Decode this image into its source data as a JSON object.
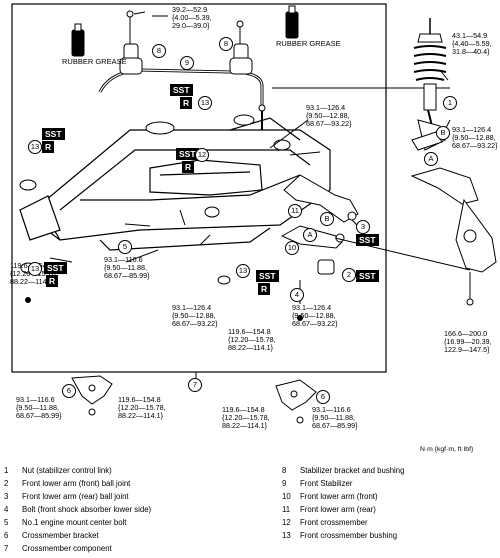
{
  "torque": {
    "t1": [
      "39.2—52.9",
      "{4.00—5.39,",
      "29.0—39.0}"
    ],
    "t2": [
      "43.1—54.9",
      "{4.40—5.59,",
      "31.8—40.4}"
    ],
    "t3": [
      "93.1—126.4",
      "{9.50—12.88,",
      "68.67—93.22}"
    ],
    "t4": [
      "93.1—126.4",
      "{9.50—12.88,",
      "68.67—93.22}"
    ],
    "t5": [
      "119.6—154.8",
      "{12.20—15.78,",
      "88.22—114.1}"
    ],
    "t6": [
      "93.1—116.6",
      "{9.50—11.88,",
      "68.67—85.99}"
    ],
    "t7": [
      "93.1—126.4",
      "{9.50—12.88,",
      "68.67—93.22}"
    ],
    "t8": [
      "93.1—126.4",
      "{9.50—12.88,",
      "68.67—93.22}"
    ],
    "t9": [
      "166.6—200.0",
      "{16.99—20.39,",
      "122.9—147.5}"
    ],
    "t10": [
      "119.6—154.8",
      "{12.20—15.78,",
      "88.22—114.1}"
    ],
    "t11": [
      "93.1—116.6",
      "{9.50—11.88,",
      "68.67—85.99}"
    ],
    "t12": [
      "119.6—154.8",
      "{12.20—15.78,",
      "88.22—114.1}"
    ],
    "t13": [
      "119.6—154.8",
      "{12.20—15.78,",
      "88.22—114.1}"
    ],
    "t14": [
      "93.1—116.6",
      "{9.50—11.88,",
      "68.67—85.99}"
    ]
  },
  "grease_label": "RUBBER GREASE",
  "sst": "SST",
  "r": "R",
  "units": "N·m {kgf·m, ft·lbf}",
  "callouts": [
    "1",
    "2",
    "3",
    "4",
    "5",
    "6",
    "7",
    "8",
    "9",
    "10",
    "11",
    "12",
    "13",
    "A",
    "B"
  ],
  "legend": [
    {
      "num": "1",
      "text": "Nut (stabilizer control link)"
    },
    {
      "num": "2",
      "text": "Front lower arm (front) ball joint"
    },
    {
      "num": "3",
      "text": "Front lower arm (rear) ball joint"
    },
    {
      "num": "4",
      "text": "Bolt (front shock absorber lower side)"
    },
    {
      "num": "5",
      "text": "No.1 engine mount center bolt"
    },
    {
      "num": "6",
      "text": "Crossmember bracket"
    },
    {
      "num": "7",
      "text": "Crossmember component"
    },
    {
      "num": "8",
      "text": "Stabilizer bracket and bushing"
    },
    {
      "num": "9",
      "text": "Front Stabilizer"
    },
    {
      "num": "10",
      "text": "Front lower arm (front)"
    },
    {
      "num": "11",
      "text": "Front lower arm (rear)"
    },
    {
      "num": "12",
      "text": "Front crossmember"
    },
    {
      "num": "13",
      "text": "Front crossmember bushing"
    }
  ]
}
